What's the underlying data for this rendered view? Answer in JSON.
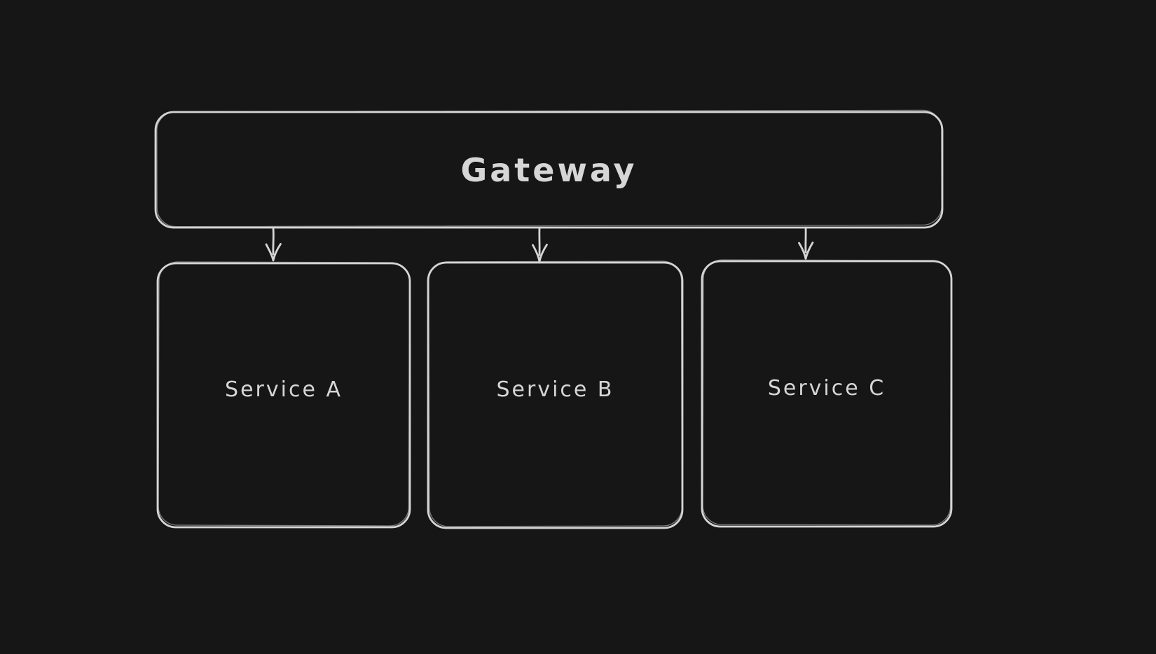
{
  "diagram": {
    "nodes": [
      {
        "id": "gateway",
        "label": "Gateway",
        "shape": "rounded-rectangle"
      },
      {
        "id": "service-a",
        "label": "Service A",
        "shape": "rounded-rectangle"
      },
      {
        "id": "service-b",
        "label": "Service B",
        "shape": "rounded-rectangle"
      },
      {
        "id": "service-c",
        "label": "Service C",
        "shape": "rounded-rectangle"
      }
    ],
    "edges": [
      {
        "from": "gateway",
        "to": "service-a",
        "style": "arrow-down"
      },
      {
        "from": "gateway",
        "to": "service-b",
        "style": "arrow-down"
      },
      {
        "from": "gateway",
        "to": "service-c",
        "style": "arrow-down"
      }
    ],
    "colors": {
      "background": "#161616",
      "stroke": "#d5d5d5",
      "text": "#d6d6d6"
    }
  }
}
